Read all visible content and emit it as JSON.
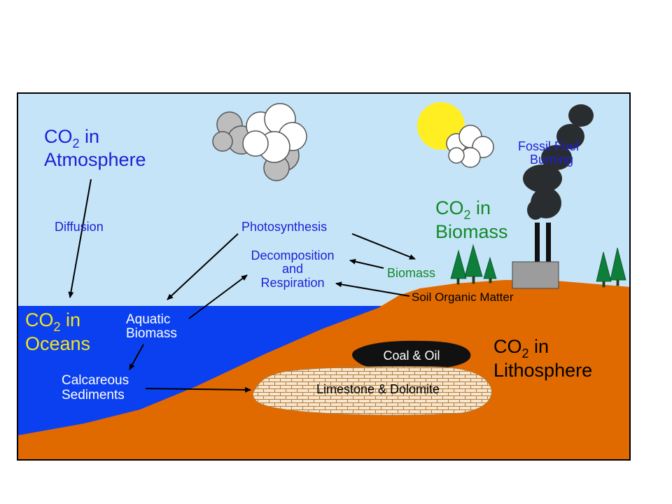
{
  "labels": {
    "atmosphere": {
      "co2": "CO",
      "sub": "2",
      "in": " in",
      "line2": "Atmosphere"
    },
    "biomass": {
      "co2": "CO",
      "sub": "2",
      "in": " in",
      "line2": "Biomass"
    },
    "oceans": {
      "co2": "CO",
      "sub": "2",
      "in": " in",
      "line2": "Oceans"
    },
    "lithosphere": {
      "co2": "CO",
      "sub": "2",
      "in": " in",
      "line2": "Lithosphere"
    },
    "diffusion": "Diffusion",
    "photosynthesis": "Photosynthesis",
    "decomposition": [
      "Decomposition",
      "and",
      "Respiration"
    ],
    "biomass_small": "Biomass",
    "soil_organic_matter": "Soil Organic Matter",
    "fossil_fuel": [
      "Fossil Fuel",
      "Burning"
    ],
    "aquatic_biomass": [
      "Aquatic",
      "Biomass"
    ],
    "calcareous_sediments": [
      "Calcareous",
      "Sediments"
    ],
    "coal_oil": "Coal & Oil",
    "limestone": "Limestone & Dolomite"
  },
  "colors": {
    "sky": "#c6e4f7",
    "ocean": "#0b40f0",
    "land": "#e06a00",
    "blue_text": "#1e1ed8",
    "green_text": "#128a2a",
    "yellow_text": "#f5e51a",
    "white_text": "#ffffff",
    "sun": "#ffee22",
    "tree": "#0e7f3a",
    "factory": "#9c9c9c",
    "coal": "#111111",
    "limestone_fill": "#f7e7cf",
    "brick_line": "#b47a3a"
  }
}
